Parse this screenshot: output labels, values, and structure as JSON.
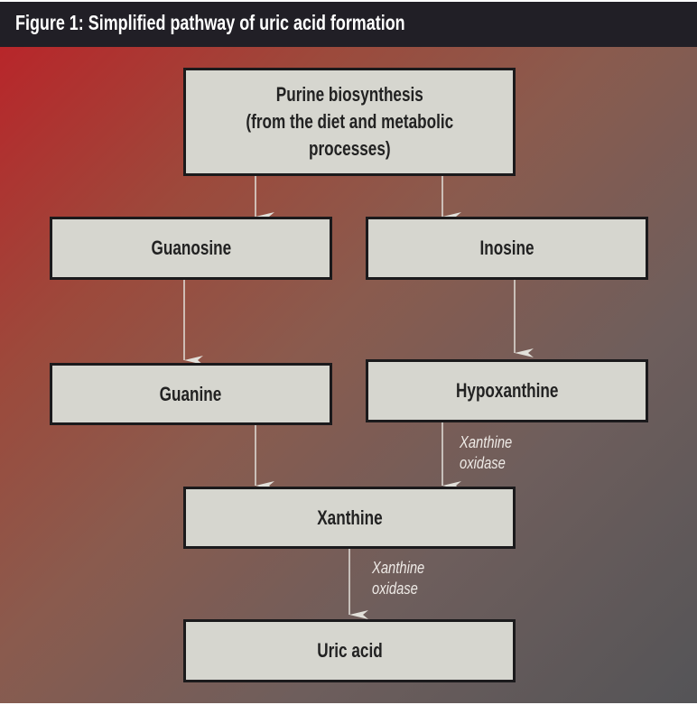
{
  "title": "Figure 1: Simplified pathway of uric acid formation",
  "nodes": {
    "purine": [
      "Purine biosynthesis",
      "(from the diet and metabolic",
      "processes)"
    ],
    "guanosine": "Guanosine",
    "inosine": "Inosine",
    "guanine": "Guanine",
    "hypoxanthine": "Hypoxanthine",
    "xanthine": "Xanthine",
    "uric_acid": "Uric acid"
  },
  "edges": [
    {
      "from": "purine",
      "to": "guanosine"
    },
    {
      "from": "purine",
      "to": "inosine"
    },
    {
      "from": "guanosine",
      "to": "guanine"
    },
    {
      "from": "inosine",
      "to": "hypoxanthine"
    },
    {
      "from": "guanine",
      "to": "xanthine"
    },
    {
      "from": "hypoxanthine",
      "to": "xanthine",
      "label": [
        "Xanthine",
        "oxidase"
      ]
    },
    {
      "from": "xanthine",
      "to": "uric_acid",
      "label": [
        "Xanthine",
        "oxidase"
      ]
    }
  ]
}
